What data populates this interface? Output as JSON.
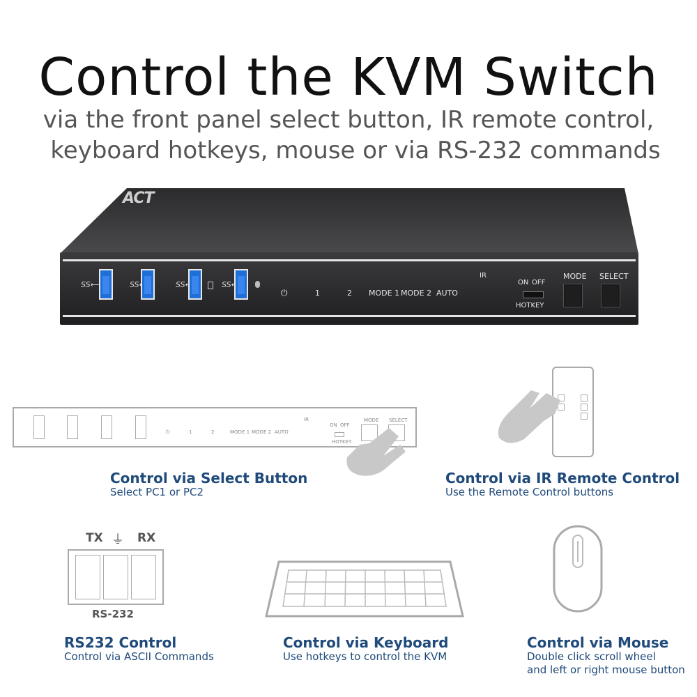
{
  "title": "Control the KVM Switch",
  "subtitle_line1": "via the front panel select button, IR remote control,",
  "subtitle_line2": "keyboard hotkeys, mouse or via RS-232 commands",
  "device": {
    "logo": "ACT",
    "labels": {
      "one": "1",
      "two": "2",
      "mode1": "MODE 1",
      "mode2": "MODE 2",
      "auto": "AUTO",
      "ir": "IR",
      "on": "ON",
      "off": "OFF",
      "hotkey": "HOTKEY",
      "mode": "MODE",
      "select": "SELECT",
      "usb_symbol": "SS⟷"
    }
  },
  "panel_small": {
    "one": "1",
    "two": "2",
    "mode1": "MODE 1",
    "mode2": "MODE 2",
    "auto": "AUTO",
    "ir": "IR",
    "on": "ON",
    "off": "OFF",
    "hotkey": "HOTKEY",
    "mode": "MODE",
    "select": "SELECT"
  },
  "rs232": {
    "tx": "TX",
    "rx": "RX",
    "ground": "⏚",
    "label": "RS-232"
  },
  "captions": {
    "select": {
      "heading": "Control via Select Button",
      "sub": "Select PC1 or PC2"
    },
    "ir": {
      "heading": "Control via IR Remote Control",
      "sub": "Use the Remote Control buttons"
    },
    "rs232": {
      "heading": "RS232 Control",
      "sub": "Control via ASCII Commands"
    },
    "keyboard": {
      "heading": "Control via Keyboard",
      "sub": "Use hotkeys to control the KVM"
    },
    "mouse": {
      "heading": "Control via Mouse",
      "sub1": "Double click scroll wheel",
      "sub2": "and left or right mouse button"
    }
  },
  "colors": {
    "caption": "#1f4a7a",
    "usb_blue": "#1f6fd8",
    "outline_gray": "#a9a9a9"
  }
}
